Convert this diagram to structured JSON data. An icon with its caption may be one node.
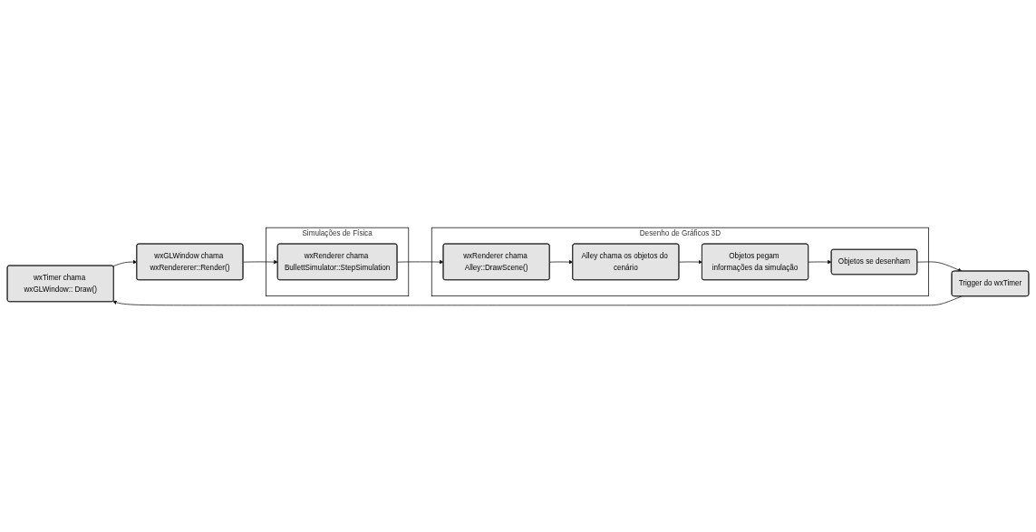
{
  "diagram": {
    "nodes": [
      {
        "text": [
          "wxTimer chama wxGLWindow:: Draw()"
        ]
      },
      {
        "text": [
          "wxGLWindow chama wxRendererer::Render()"
        ]
      },
      {
        "text": [
          "Simulações de Física"
        ]
      },
      {
        "text": [
          "wxRenderer chama BullettSimulator::StepSimulation"
        ],
        "in": 2
      },
      {
        "text": [
          "Desenho de Gráficos 3D"
        ]
      },
      {
        "text": [
          "wxRenderer chama Alley::DrawScene()"
        ],
        "in": 4
      },
      {
        "text": [
          "Alley chama os objetos do cenário"
        ],
        "in": 4
      },
      {
        "text": [
          "Objetos pegam informações da simulação"
        ],
        "in": 4
      },
      {
        "text": [
          "Objetos se desenham"
        ],
        "in": 4
      },
      {
        "text": [
          "Trigger do wxTimer"
        ]
      }
    ],
    "edges": [
      {
        "from": 0,
        "to": 1,
        "arrow": "to"
      },
      {
        "from": 1,
        "to": 3,
        "arrow": "to"
      },
      {
        "from": 3,
        "to": 5,
        "arrow": "to"
      },
      {
        "from": 5,
        "to": 6,
        "arrow": "to"
      },
      {
        "from": 6,
        "to": 7,
        "arrow": "to"
      },
      {
        "from": 7,
        "to": 8,
        "arrow": "to"
      },
      {
        "from": 8,
        "to": 9,
        "arrow": "to"
      },
      {
        "from": 9,
        "to": 0,
        "arrow": "to"
      }
    ]
  }
}
